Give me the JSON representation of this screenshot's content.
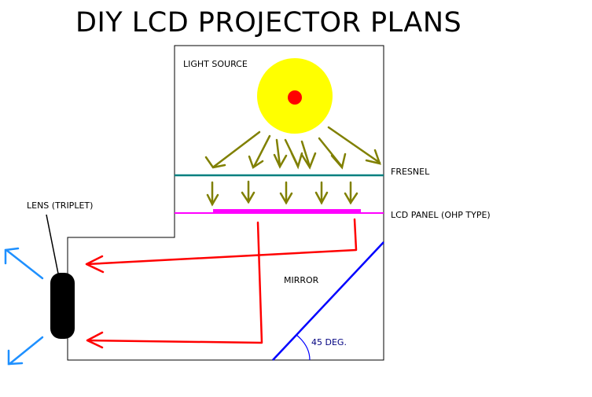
{
  "title": "DIY LCD PROJECTOR PLANS",
  "labels": {
    "light_source": "LIGHT SOURCE",
    "fresnel": "FRESNEL",
    "lcd_panel": "LCD PANEL (OHP TYPE)",
    "lens": "LENS (TRIPLET)",
    "mirror": "MIRROR",
    "angle": "45 DEG."
  },
  "colors": {
    "outline": "#000000",
    "lamp_glow": "#ffff00",
    "lamp_core": "#ff0000",
    "light_rays": "#808000",
    "fresnel": "#008080",
    "lcd_panel": "#ff00ff",
    "light_path": "#ff0000",
    "mirror": "#0000ff",
    "lens": "#000000",
    "projected_rays": "#1e90ff",
    "angle_text": "#000080"
  }
}
